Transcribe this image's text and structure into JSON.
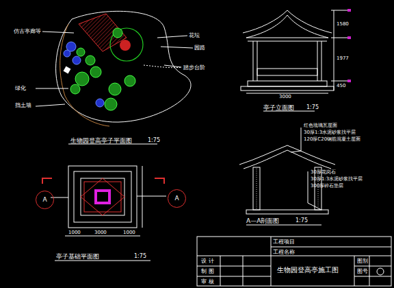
{
  "diagram": {
    "title": "生物园登高亭施工图",
    "nodes": [
      {
        "text": [
          "A"
        ]
      },
      {
        "text": [
          "A"
        ]
      }
    ],
    "labels": [
      "仿古亭廊等",
      "花坛",
      "园路",
      "踏步台阶",
      "绿化",
      "挡土墙",
      "生物园登高亭子平面图",
      "1:75",
      "亭子立面图",
      "1:75",
      "1580",
      "1977",
      "450",
      "3000",
      "红色琉璃瓦屋面",
      "30厚1:3水泥砂浆找平层",
      "120厚C20钢筋混凝土屋面",
      "30厚花岗石",
      "30厚1:3水泥砂浆找平层",
      "300厚碎石垫层",
      "A—A剖面图",
      "1:75",
      "1000",
      "3000",
      "1000",
      "亭子基础平面图",
      "1:75",
      "工程项目",
      "工程名称",
      "设 计",
      "制 图",
      "审 核",
      "图别",
      "图号"
    ]
  }
}
